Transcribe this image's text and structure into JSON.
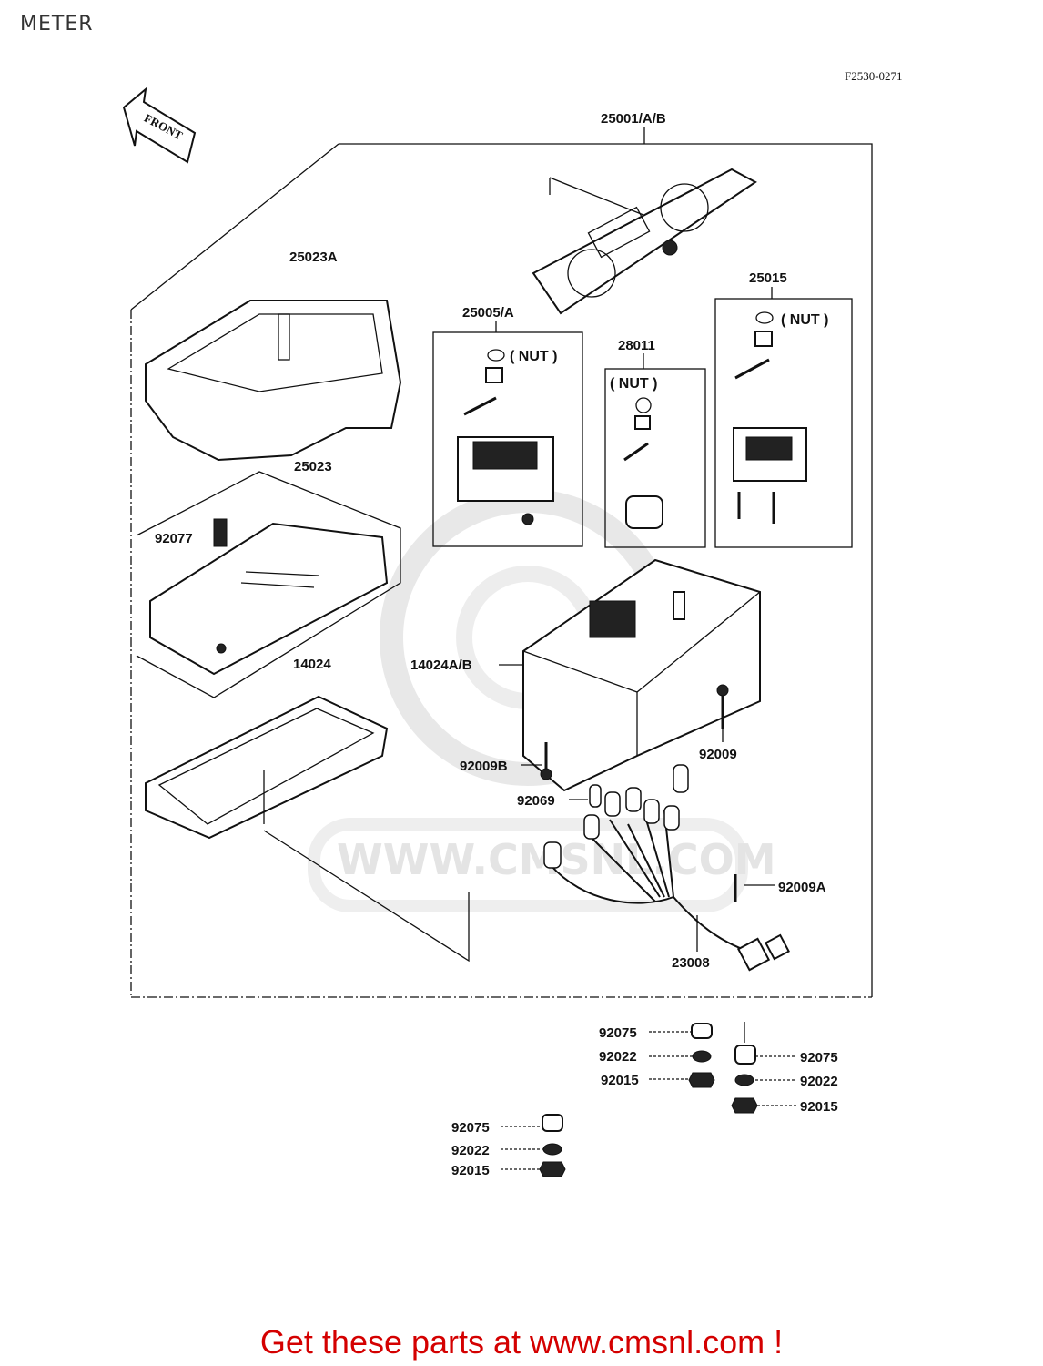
{
  "page_title": "METER",
  "figure_code": "F2530-0271",
  "front_label": "FRONT",
  "watermark": "WWW.CMSNL.COM",
  "footer": "Get these parts at www.cmsnl.com !",
  "parts": {
    "p25001": "25001/A/B",
    "p25023A": "25023A",
    "p25005": "25005/A",
    "p28011": "28011",
    "p25015": "25015",
    "p25023": "25023",
    "p92077": "92077",
    "p14024": "14024",
    "p14024AB": "14024A/B",
    "p92009B": "92009B",
    "p92009": "92009",
    "p92069": "92069",
    "p92009A": "92009A",
    "p23008": "23008",
    "p92075_a": "92075",
    "p92022_a": "92022",
    "p92015_a": "92015",
    "p92075_b": "92075",
    "p92022_b": "92022",
    "p92015_b": "92015",
    "p92075_c": "92075",
    "p92022_c": "92022",
    "p92015_c": "92015"
  },
  "nut_label": "( NUT )",
  "nut_label_b": "( NUT )",
  "nut_label_c": "( NUT )"
}
